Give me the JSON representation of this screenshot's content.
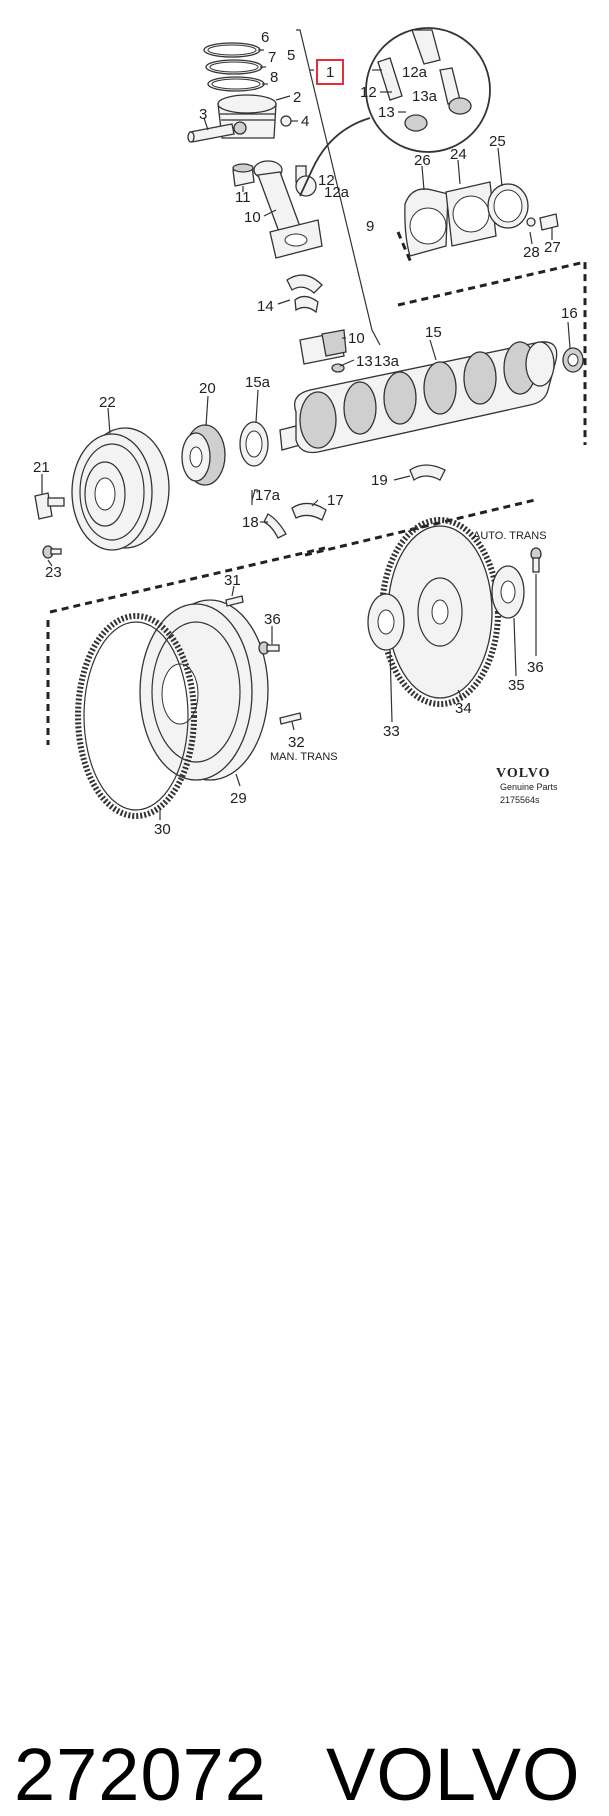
{
  "callouts": {
    "c1": "1",
    "c2": "2",
    "c3": "3",
    "c4": "4",
    "c5": "5",
    "c6": "6",
    "c7": "7",
    "c8": "8",
    "c9": "9",
    "c10a": "10",
    "c10b": "10",
    "c11": "11",
    "c12a": "12",
    "c12b": "12",
    "c12aa": "12a",
    "c12ab": "12a",
    "c13a": "13",
    "c13b": "13",
    "c13aa": "13a",
    "c13ab": "13a",
    "c14": "14",
    "c15": "15",
    "c15a": "15a",
    "c16": "16",
    "c17": "17",
    "c17a": "17a",
    "c18": "18",
    "c19": "19",
    "c20": "20",
    "c21": "21",
    "c22": "22",
    "c23": "23",
    "c24": "24",
    "c25": "25",
    "c26": "26",
    "c27": "27",
    "c28": "28",
    "c29": "29",
    "c30": "30",
    "c31": "31",
    "c32": "32",
    "c33": "33",
    "c34": "34",
    "c35": "35",
    "c36a": "36",
    "c36b": "36"
  },
  "labels": {
    "auto_trans": "AUTO. TRANS",
    "man_trans": "MAN. TRANS"
  },
  "brand_block": {
    "logo": "VOLVO",
    "genuine": "Genuine Parts",
    "ref": "2175564s"
  },
  "footer": {
    "part_number": "272072",
    "brand": "VOLVO"
  },
  "colors": {
    "highlight_box": "#e0313a",
    "ink": "#222222"
  }
}
